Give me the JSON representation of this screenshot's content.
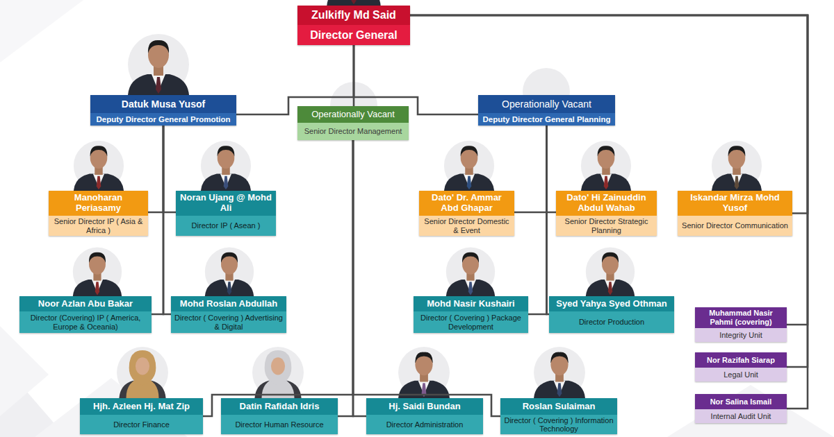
{
  "diagram": {
    "nodes": [
      {
        "text": [
          "Zulkifly Md Said",
          "Director General"
        ]
      },
      {
        "text": [
          "Datuk Musa Yusof",
          "Deputy Director General Promotion"
        ]
      },
      {
        "text": [
          "Operationally Vacant",
          "Senior Director Management"
        ]
      },
      {
        "text": [
          "Operationally Vacant",
          "Deputy Director General Planning"
        ]
      },
      {
        "text": [
          "Manoharan Periasamy",
          "Senior Director IP ( Asia & Africa )"
        ]
      },
      {
        "text": [
          "Noran Ujang @ Mohd Ali",
          "Director IP ( Asean )"
        ]
      },
      {
        "text": [
          "Dato' Dr. Ammar Abd Ghapar",
          "Senior Director Domestic & Event"
        ]
      },
      {
        "text": [
          "Dato' Hi Zainuddin Abdul Wahab",
          "Senior Director Strategic Planning"
        ]
      },
      {
        "text": [
          "Iskandar Mirza Mohd Yusof",
          "Senior Director Communication"
        ]
      },
      {
        "text": [
          "Noor Azlan Abu Bakar",
          "Director (Covering) IP ( America, Europe & Oceania)"
        ]
      },
      {
        "text": [
          "Mohd Roslan Abdullah",
          "Director ( Covering ) Advertising & Digital"
        ]
      },
      {
        "text": [
          "Mohd Nasir Kushairi",
          "Director ( Covering ) Package Development"
        ]
      },
      {
        "text": [
          "Syed Yahya Syed Othman",
          "Director Production"
        ]
      },
      {
        "text": [
          "Muhammad Nasir Pahmi (covering)",
          "Integrity Unit"
        ]
      },
      {
        "text": [
          "Nor Razifah Siarap",
          "Legal Unit"
        ]
      },
      {
        "text": [
          "Nor Salina Ismail",
          "Internal Audit Unit"
        ]
      },
      {
        "text": [
          "Hjh. Azleen Hj. Mat Zip",
          "Director Finance"
        ]
      },
      {
        "text": [
          "Datin Rafidah Idris",
          "Director Human Resource"
        ]
      },
      {
        "text": [
          "Hj. Saidi Bundan",
          "Director Administration"
        ]
      },
      {
        "text": [
          "Roslan Sulaiman",
          "Director ( Covering ) Information Technology"
        ]
      }
    ],
    "edges": [
      {
        "from": 0,
        "to": 1,
        "arrow": "none"
      },
      {
        "from": 0,
        "to": 2,
        "arrow": "none"
      },
      {
        "from": 0,
        "to": 3,
        "arrow": "none"
      },
      {
        "from": 0,
        "to": 8,
        "arrow": "none"
      },
      {
        "from": 0,
        "to": 13,
        "arrow": "none"
      },
      {
        "from": 0,
        "to": 14,
        "arrow": "none"
      },
      {
        "from": 0,
        "to": 15,
        "arrow": "none"
      },
      {
        "from": 1,
        "to": 4,
        "arrow": "none"
      },
      {
        "from": 1,
        "to": 5,
        "arrow": "none"
      },
      {
        "from": 1,
        "to": 9,
        "arrow": "none"
      },
      {
        "from": 1,
        "to": 10,
        "arrow": "none"
      },
      {
        "from": 3,
        "to": 6,
        "arrow": "none"
      },
      {
        "from": 3,
        "to": 7,
        "arrow": "none"
      },
      {
        "from": 3,
        "to": 11,
        "arrow": "none"
      },
      {
        "from": 3,
        "to": 12,
        "arrow": "none"
      },
      {
        "from": 2,
        "to": 16,
        "arrow": "none"
      },
      {
        "from": 2,
        "to": 17,
        "arrow": "none"
      },
      {
        "from": 2,
        "to": 18,
        "arrow": "none"
      },
      {
        "from": 2,
        "to": 19,
        "arrow": "none"
      }
    ]
  }
}
